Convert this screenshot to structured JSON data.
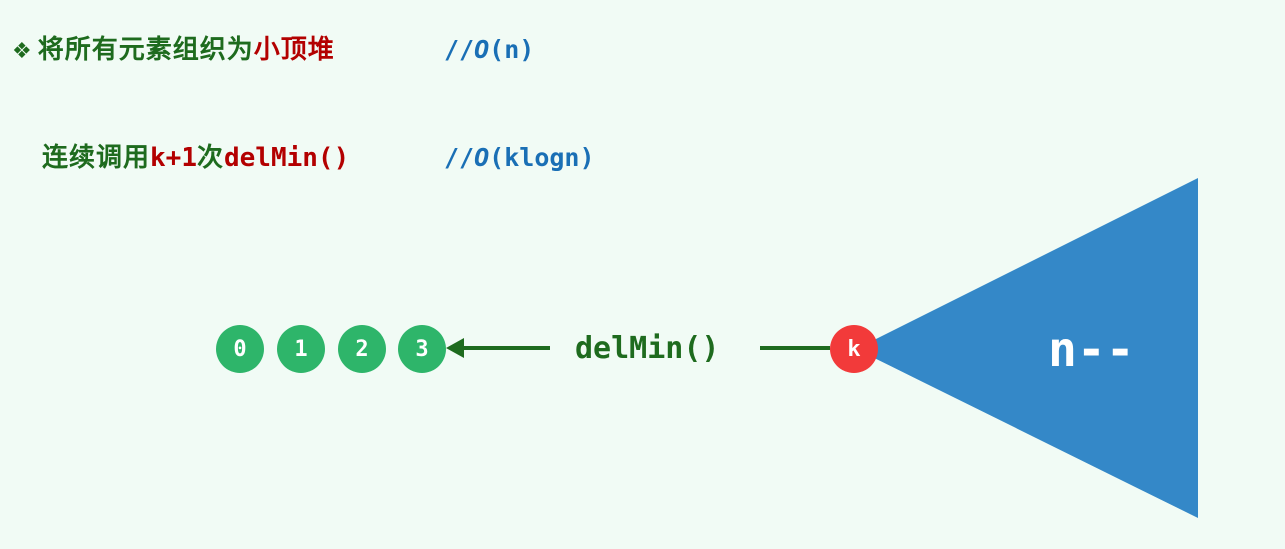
{
  "line1": {
    "bullet": "❖",
    "text_green": "将所有元素组织为",
    "text_red": "小顶堆",
    "comment_prefix": "//",
    "comment_o": "O",
    "comment_arg": "(n)"
  },
  "line2": {
    "text_green1": "连续调用",
    "text_red1": "k+1",
    "text_green2": "次",
    "text_red2": "delMin()",
    "comment_prefix": "//",
    "comment_o": "O",
    "comment_arg": "(klogn)"
  },
  "diagram": {
    "extracted_nodes": [
      "0",
      "1",
      "2",
      "3"
    ],
    "top_node": "k",
    "operation_label": "delMin()",
    "heap_label": "n--",
    "colors": {
      "background": "#f1fbf5",
      "green_text": "#1e6b1e",
      "red_text": "#b30000",
      "blue_text": "#1a6fb5",
      "node_green": "#2eb56a",
      "node_red": "#f23a3a",
      "heap_blue": "#3488c8",
      "arrow": "#1e6b1e"
    }
  }
}
